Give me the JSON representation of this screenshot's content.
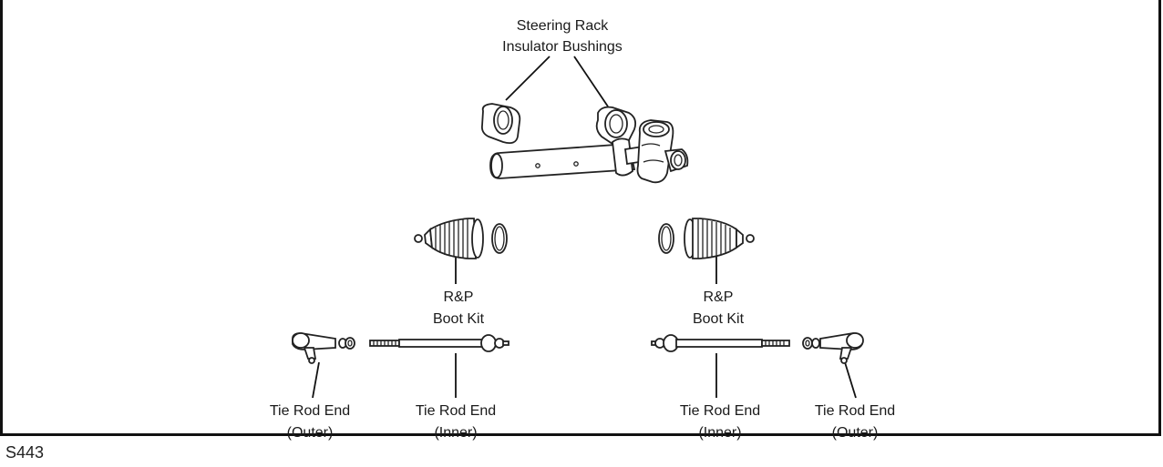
{
  "figure": {
    "id": "S443",
    "labels": {
      "bushings_line1": "Steering Rack",
      "bushings_line2": "Insulator Bushings",
      "boot_left_line1": "R&P",
      "boot_left_line2": "Boot Kit",
      "boot_right_line1": "R&P",
      "boot_right_line2": "Boot Kit",
      "tre_outer_left_line1": "Tie Rod End",
      "tre_outer_left_line2": "(Outer)",
      "tre_inner_left_line1": "Tie Rod End",
      "tre_inner_left_line2": "(Inner)",
      "tre_inner_right_line1": "Tie Rod End",
      "tre_inner_right_line2": "(Inner)",
      "tre_outer_right_line1": "Tie Rod End",
      "tre_outer_right_line2": "(Outer)"
    }
  }
}
